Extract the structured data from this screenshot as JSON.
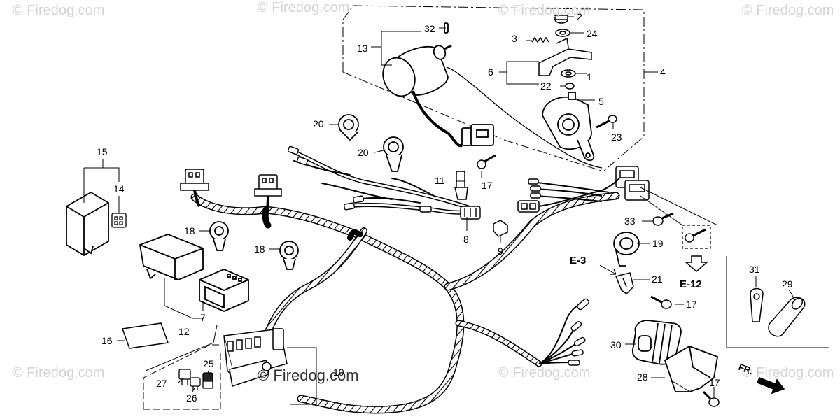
{
  "watermarks": {
    "brand": "© Firedog.com",
    "center": "© Firedog.com"
  },
  "refs": {
    "e3": "E-3",
    "e12": "E-12",
    "fr": "FR."
  },
  "callouts": {
    "c1": "1",
    "c2": "2",
    "c3": "3",
    "c4": "4",
    "c5": "5",
    "c6": "6",
    "c7": "7",
    "c8": "8",
    "c9": "9",
    "c10": "10",
    "c11": "11",
    "c12": "12",
    "c13": "13",
    "c14": "14",
    "c15": "15",
    "c16": "16",
    "c17": "17",
    "c18": "18",
    "c19": "19",
    "c20": "20",
    "c21": "21",
    "c22": "22",
    "c23": "23",
    "c24": "24",
    "c25": "25",
    "c26": "26",
    "c27": "27",
    "c28": "28",
    "c29": "29",
    "c30": "30",
    "c31": "31",
    "c32": "32",
    "c33": "33"
  }
}
